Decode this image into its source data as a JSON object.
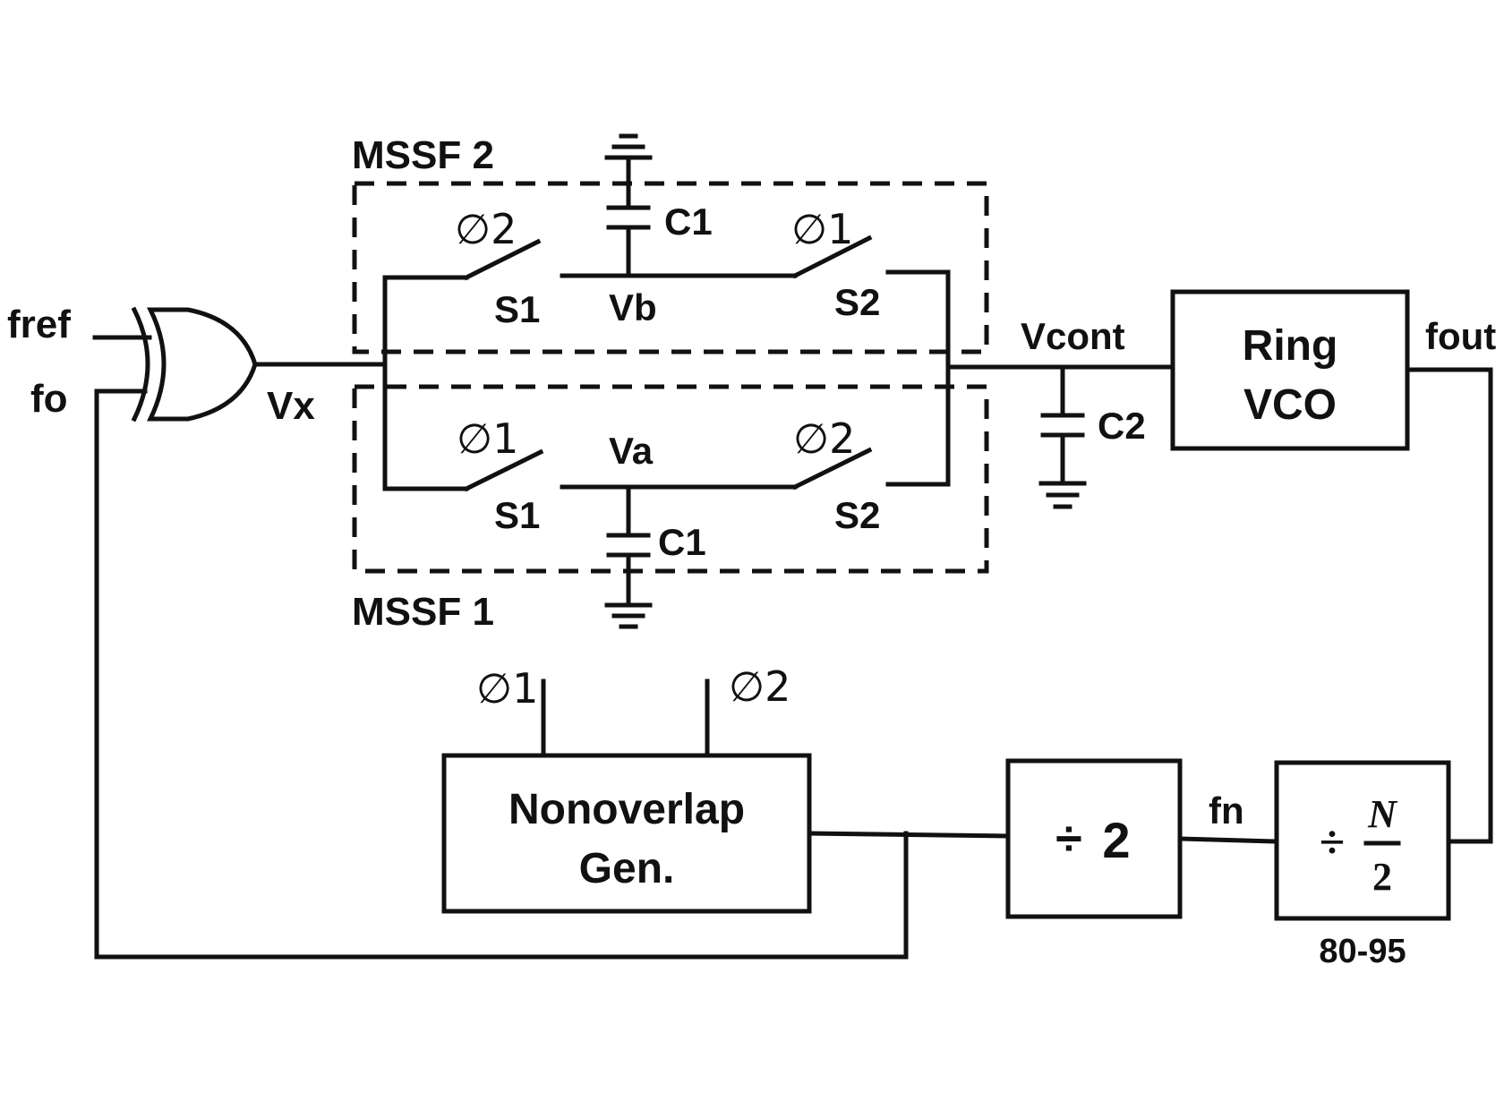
{
  "inputs": {
    "fref": "fref",
    "fo": "fo"
  },
  "nodes": {
    "vx": "Vx",
    "vcont": "Vcont",
    "fout": "fout",
    "fn": "fn",
    "va": "Va",
    "vb": "Vb"
  },
  "mssf2": {
    "title": "MSSF 2",
    "switch_left": {
      "phase": "∅2",
      "name": "S1"
    },
    "switch_right": {
      "phase": "∅1",
      "name": "S2"
    },
    "cap": "C1"
  },
  "mssf1": {
    "title": "MSSF 1",
    "switch_left": {
      "phase": "∅1",
      "name": "S1"
    },
    "switch_right": {
      "phase": "∅2",
      "name": "S2"
    },
    "cap": "C1"
  },
  "loop_cap": "C2",
  "vco": {
    "line1": "Ring",
    "line2": "VCO"
  },
  "nonoverlap": {
    "line1": "Nonoverlap",
    "line2": "Gen.",
    "out1": "∅1",
    "out2": "∅2"
  },
  "div2": {
    "symbol": "÷",
    "value": "2"
  },
  "divn": {
    "symbol": "÷",
    "numerator": "N",
    "denominator": "2",
    "range": "80-95"
  }
}
